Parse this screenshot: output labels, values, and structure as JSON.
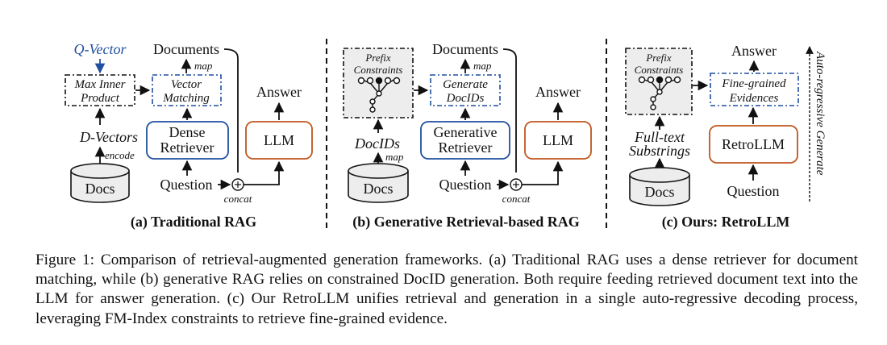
{
  "panel_a": {
    "q_vector": "Q-Vector",
    "documents": "Documents",
    "map": "map",
    "max_inner_product": [
      "Max Inner",
      "Product"
    ],
    "vector_matching": [
      "Vector",
      "Matching"
    ],
    "answer": "Answer",
    "d_vectors": "D-Vectors",
    "encode": "encode",
    "dense_retriever": [
      "Dense",
      "Retriever"
    ],
    "llm": "LLM",
    "docs": "Docs",
    "question": "Question",
    "concat": "concat",
    "label": "(a) Traditional RAG"
  },
  "panel_b": {
    "prefix_constraints": [
      "Prefix",
      "Constraints"
    ],
    "documents": "Documents",
    "map_top": "map",
    "generate_docids": [
      "Generate",
      "DocIDs"
    ],
    "answer": "Answer",
    "docids": "DocIDs",
    "map_side": "map",
    "generative_retriever": [
      "Generative",
      "Retriever"
    ],
    "llm": "LLM",
    "docs": "Docs",
    "question": "Question",
    "concat": "concat",
    "label": "(b) Generative Retrieval-based RAG"
  },
  "panel_c": {
    "prefix_constraints": [
      "Prefix",
      "Constraints"
    ],
    "answer": "Answer",
    "fine_grained_evidences": [
      "Fine-grained",
      "Evidences"
    ],
    "full_text_substrings": [
      "Full-text",
      "Substrings"
    ],
    "retrollm": "RetroLLM",
    "docs": "Docs",
    "question": "Question",
    "auto_regressive": "Auto-regressive Generate",
    "label": "(c) Ours: RetroLLM"
  },
  "caption": {
    "label": "Figure 1:",
    "text": "Comparison of retrieval-augmented generation frameworks. (a) Traditional RAG uses a dense retriever for document matching, while (b) generative RAG relies on constrained DocID generation. Both require feeding retrieved document text into the LLM for answer generation. (c) Our RetroLLM unifies retrieval and generation in a single auto-regressive decoding process, leveraging FM-Index constraints to retrieve fine-grained evidence."
  },
  "colors": {
    "blue": "#1f4fa0",
    "orange": "#c0561e",
    "gray_fill": "#ededed",
    "ink": "#111111"
  }
}
